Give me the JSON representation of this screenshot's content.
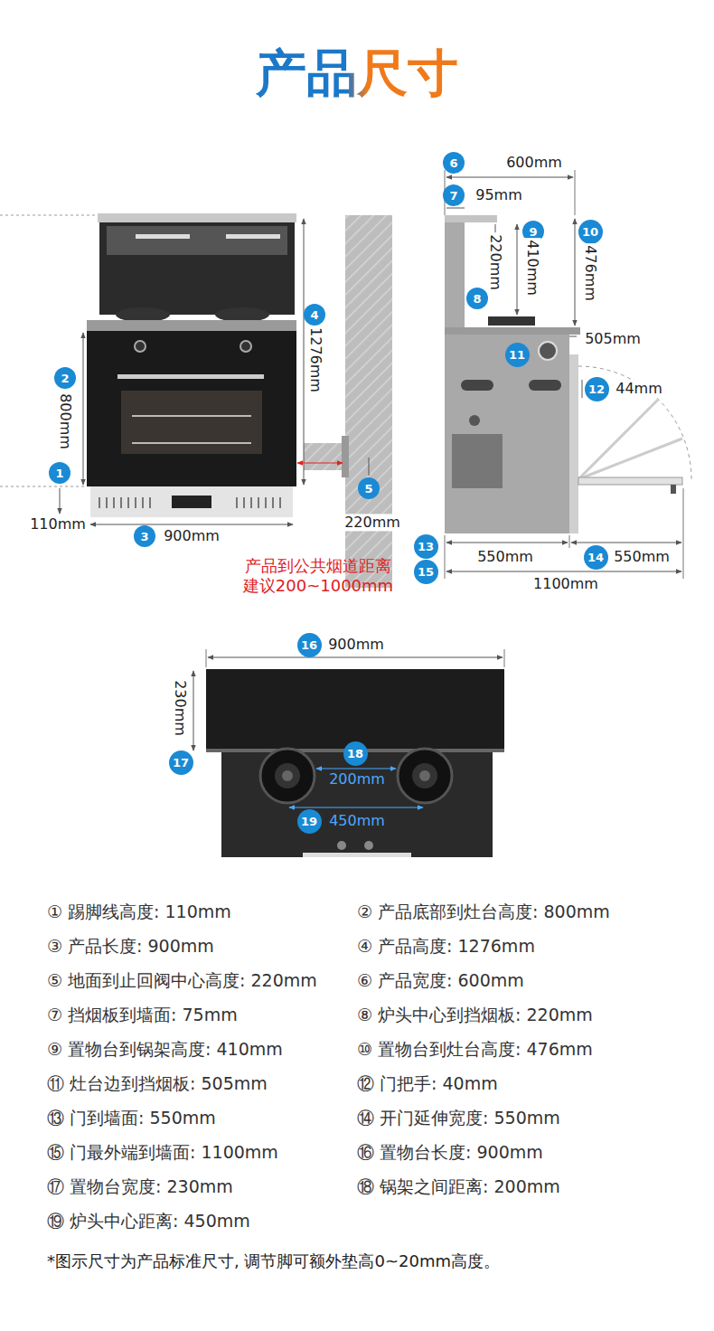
{
  "diagram": {
    "title": "产品尺寸",
    "nodes": [
      {
        "text": [
          "1"
        ]
      },
      {
        "text": [
          "2"
        ]
      },
      {
        "text": [
          "3"
        ]
      },
      {
        "text": [
          "4"
        ]
      },
      {
        "text": [
          "5"
        ]
      },
      {
        "text": [
          "6"
        ]
      },
      {
        "text": [
          "7"
        ]
      },
      {
        "text": [
          "8"
        ]
      },
      {
        "text": [
          "9"
        ]
      },
      {
        "text": [
          "10"
        ]
      },
      {
        "text": [
          "11"
        ]
      },
      {
        "text": [
          "12"
        ]
      },
      {
        "text": [
          "13"
        ]
      },
      {
        "text": [
          "14"
        ]
      },
      {
        "text": [
          "15"
        ]
      },
      {
        "text": [
          "16"
        ]
      },
      {
        "text": [
          "17"
        ]
      },
      {
        "text": [
          "18"
        ]
      },
      {
        "text": [
          "19"
        ]
      }
    ],
    "labels": [
      "800mm",
      "110mm",
      "900mm",
      "1276mm",
      "220mm",
      "产品到公共烟道距离 建议200~1000mm",
      "600mm",
      "95mm",
      "220mm",
      "410mm",
      "476mm",
      "505mm",
      "44mm",
      "550mm",
      "550mm",
      "1100mm",
      "900mm",
      "230mm",
      "200mm",
      "450mm",
      "① 踢脚线高度: 110mm",
      "② 产品底部到灶台高度: 800mm",
      "③ 产品长度: 900mm",
      "④ 产品高度: 1276mm",
      "⑤ 地面到止回阀中心高度: 220mm",
      "⑥ 产品宽度: 600mm",
      "⑦ 挡烟板到墙面: 75mm",
      "⑧ 炉头中心到挡烟板: 220mm",
      "⑨ 置物台到锅架高度: 410mm",
      "⑩ 置物台到灶台高度: 476mm",
      "⑪ 灶台边到挡烟板: 505mm",
      "⑫ 门把手: 40mm",
      "⑬ 门到墙面: 550mm",
      "⑭ 开门延伸宽度: 550mm",
      "⑮ 门最外端到墙面: 1100mm",
      "⑯ 置物台长度: 900mm",
      "⑰ 置物台宽度: 230mm",
      "⑱ 锅架之间距离: 200mm",
      "⑲ 炉头中心距离: 450mm",
      "*图示尺寸为产品标准尺寸, 调节脚可额外垫高0~20mm高度。"
    ]
  }
}
